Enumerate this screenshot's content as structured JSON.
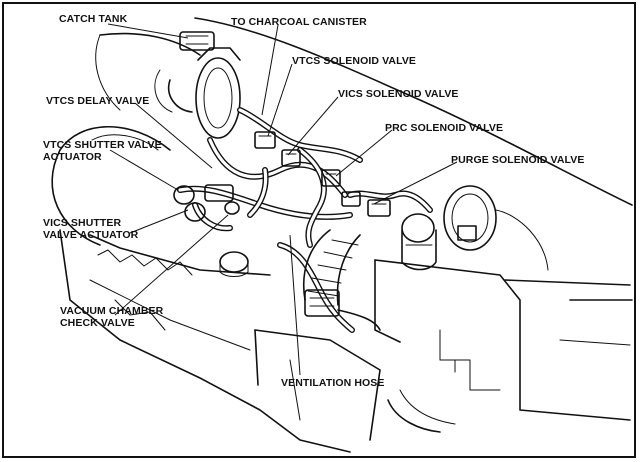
{
  "labels": {
    "catch_tank": "CATCH TANK",
    "charcoal_canister": "TO CHARCOAL CANISTER",
    "vtcs_solenoid": "VTCS SOLENOID VALVE",
    "vics_solenoid": "VICS SOLENOID VALVE",
    "vtcs_delay": "VTCS DELAY VALVE",
    "prc_solenoid": "PRC SOLENOID VALVE",
    "vtcs_shutter_1": "VTCS SHUTTER VALVE",
    "vtcs_shutter_2": "ACTUATOR",
    "purge_solenoid": "PURGE SOLENOID VALVE",
    "vics_shutter_1": "VICS SHUTTER",
    "vics_shutter_2": "VALVE ACTUATOR",
    "vacuum_chamber_1": "VACUUM CHAMBER",
    "vacuum_chamber_2": "CHECK VALVE",
    "ventilation_hose": "VENTILATION HOSE"
  },
  "colors": {
    "ink": "#111111",
    "paper": "#ffffff"
  }
}
